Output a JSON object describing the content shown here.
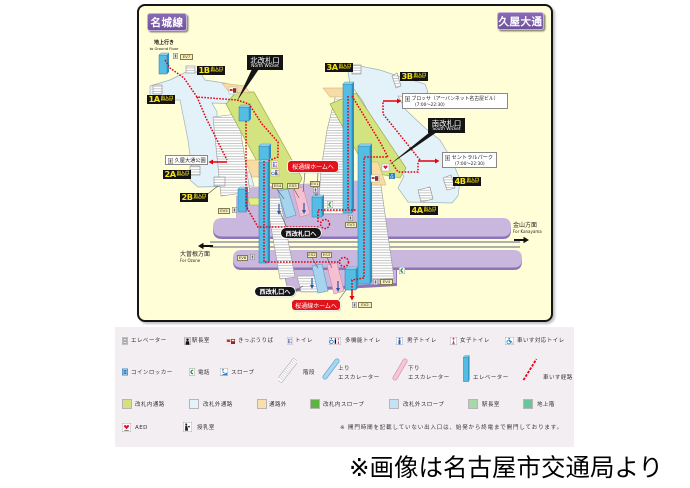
{
  "map": {
    "line_badge": "名城線",
    "station_badge": "久屋大通",
    "ground_floor": {
      "ja": "地上行き",
      "en": "to Ground Floor"
    },
    "north_wicket": {
      "ja": "北改札口",
      "en": "North Wicket"
    },
    "south_wicket": {
      "ja": "南改札口",
      "en": "South Wicket"
    },
    "entrance_label": {
      "ja": "出入口",
      "en": "Entrance"
    },
    "entrances": [
      "1A",
      "1B",
      "2A",
      "2B",
      "3A",
      "3B",
      "4A",
      "4B"
    ],
    "facilities": {
      "park": {
        "name": "久屋大通公園"
      },
      "brossa": {
        "name": "ブロッサ（アーバンネット名古屋ビル）",
        "hours": "(7:00〜22:30)"
      },
      "central_park": {
        "name": "セントラルパーク",
        "hours": "(7:00〜22:30)"
      }
    },
    "to_sakura_dori_platform": "桜通線ホームへ",
    "to_west_wicket": "西改札口へ",
    "directions": {
      "ozone": {
        "ja": "大曽根方面",
        "en": "For Ozone"
      },
      "kanayama": {
        "ja": "金山方面",
        "en": "For Kanayama"
      }
    },
    "equipment_tags": {
      "ev1": "EV1",
      "ev2": "EV2",
      "ev3": "EV3",
      "ev4": "EV4",
      "ev5": "EV5",
      "ev6": "EV6",
      "ev7": "EV7",
      "es2": "ES2",
      "es3": "ES3",
      "es4": "ES4",
      "es5": "ES5"
    }
  },
  "legend": {
    "facility_icons": [
      {
        "icon": "elevator-sign-icon",
        "label": "エレベーター"
      },
      {
        "icon": "station-master-office-icon",
        "label": "駅長室"
      },
      {
        "icon": "ticket-machine-icon",
        "label": "きっぷうりば"
      },
      {
        "icon": "toilet-icon",
        "label": "トイレ"
      },
      {
        "icon": "multipurpose-toilet-icon",
        "label": "多機能トイレ"
      },
      {
        "icon": "mens-toilet-icon",
        "label": "男子トイレ"
      },
      {
        "icon": "womens-toilet-icon",
        "label": "女子トイレ"
      },
      {
        "icon": "wheelchair-toilet-icon",
        "label": "車いす対応トイレ"
      }
    ],
    "equipment_icons": [
      {
        "icon": "coin-locker-icon",
        "label": "コインロッカー"
      },
      {
        "icon": "phone-icon",
        "label": "電話"
      },
      {
        "icon": "slope-icon",
        "label": "スロープ"
      },
      {
        "icon": "stairs-icon",
        "label": "階段"
      },
      {
        "icon": "up-escalator-icon",
        "label_top": "上り",
        "label_bottom": "エスカレーター"
      },
      {
        "icon": "down-escalator-icon",
        "label_top": "下り",
        "label_bottom": "エスカレーター"
      },
      {
        "icon": "elevator-shaft-icon",
        "label": "エレベーター"
      },
      {
        "icon": "wheelchair-route-icon",
        "label": "車いす経路"
      }
    ],
    "area_colors": [
      {
        "label": "改札内通路",
        "color": "#d5e07e"
      },
      {
        "label": "改札外通路",
        "color": "#e6f2fb"
      },
      {
        "label": "通路外",
        "color": "#f8dfac"
      },
      {
        "label": "改札内スロープ",
        "color": "#5cb43c"
      },
      {
        "label": "改札外スロープ",
        "color": "#c3e3f4"
      },
      {
        "label": "駅長室",
        "color": "#a8d8aa"
      },
      {
        "label": "地上階",
        "color": "#6dc39e"
      }
    ],
    "other_icons": [
      {
        "icon": "aed-icon",
        "label": "AED"
      },
      {
        "icon": "nursing-room-icon",
        "label": "授乳室"
      }
    ],
    "note": "※ 開門時間を記載していない出入口は、始発から終電まで開門しております。"
  },
  "caption": "※画像は名古屋市交通局より",
  "colors": {
    "line_purple": "#7a5ca6",
    "map_background": "#fffed6",
    "platform": "#c9b7de",
    "concourse_outside_gates": "#e3f1f9",
    "concourse_inside_gates": "#d3e37f",
    "elevator": "#55bde3",
    "wheelchair_route": "#e60012",
    "transfer_label": "#e3131b",
    "entrance_text": "#f5e21c",
    "legend_background": "#f3eef2"
  }
}
